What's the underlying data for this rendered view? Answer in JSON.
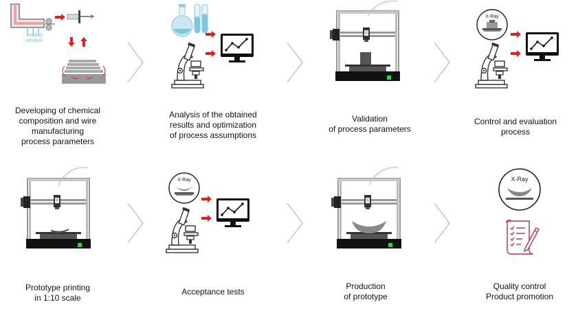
{
  "steps": [
    {
      "caption": "Developing of chemical\ncomposition and wire\nmanufacturing\nprocess parameters"
    },
    {
      "caption": "Analysis of the obtained\nresults and optimization\nof process assumptions"
    },
    {
      "caption": "Validation\nof process parameters"
    },
    {
      "caption": "Control and evaluation\nprocess"
    },
    {
      "caption": "Prototype printing\nin 1:10 scale"
    },
    {
      "caption": "Acceptance tests"
    },
    {
      "caption": "Production\nof prototype"
    },
    {
      "caption": "Quality control\nProduct promotion"
    }
  ],
  "labels": {
    "cooling_medium": "cooling\nmedium",
    "xray": "X-Ray"
  },
  "colors": {
    "arrow_red": "#e02020",
    "chevron": "#bbbbbb",
    "cable_pink": "#e8a0a0",
    "tubes_blue": "#7fc7de",
    "led_green": "#22dd33",
    "doc_red": "#c0304a"
  },
  "icons": [
    "wire-extrusion-icon",
    "flask-icon",
    "test-tubes-icon",
    "microscope-icon",
    "monitor-chart-icon",
    "3d-printer-icon",
    "xray-icon",
    "document-icon"
  ]
}
